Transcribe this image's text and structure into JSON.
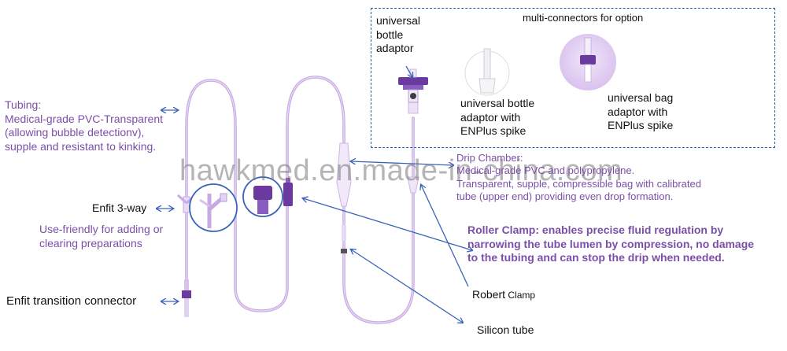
{
  "colors": {
    "accent": "#7b4fa8",
    "tube": "#c9a8e6",
    "connector": "#6a3a9e",
    "arrow": "#3a63b8",
    "box_border": "#2b5aa6"
  },
  "watermark": "hawkmed.en.made-in-china.com",
  "tubing": {
    "title": "Tubing:",
    "lines": [
      "Medical-grade PVC-Transparent",
      "(allowing bubble detectionv),",
      "supple and resistant to kinking."
    ]
  },
  "enfit_3way": {
    "label": "Enfit 3-way"
  },
  "enfit_3way_desc": {
    "lines": [
      "Use-friendly for adding or",
      "clearing preparations"
    ]
  },
  "enfit_transition": {
    "label": "Enfit transition connector"
  },
  "options_box": {
    "title": "multi-connectors for option",
    "adaptor": {
      "lines": [
        "universal",
        "bottle",
        "adaptor"
      ]
    },
    "bottle_enplus": {
      "lines": [
        "universal bottle",
        "adaptor with",
        "ENPlus spike"
      ]
    },
    "bag_enplus": {
      "lines": [
        "universal bag",
        "adaptor with",
        "ENPlus spike"
      ]
    }
  },
  "drip_chamber": {
    "title": "Drip Chamber:",
    "lines": [
      "Medical-grade PVC and polypropylene.",
      "Transparent, supple, compressible bag with calibrated",
      "tube (upper end) providing even drop formation."
    ]
  },
  "roller_clamp": {
    "lines": [
      "Roller Clamp:  enables precise fluid regulation by",
      "narrowing the tube lumen by compression, no damage",
      "to the tubing and can stop the drip when needed."
    ]
  },
  "robert_clamp": {
    "label": "Robert",
    "suffix": " Clamp"
  },
  "silicon_tube": {
    "label": "Silicon tube"
  }
}
